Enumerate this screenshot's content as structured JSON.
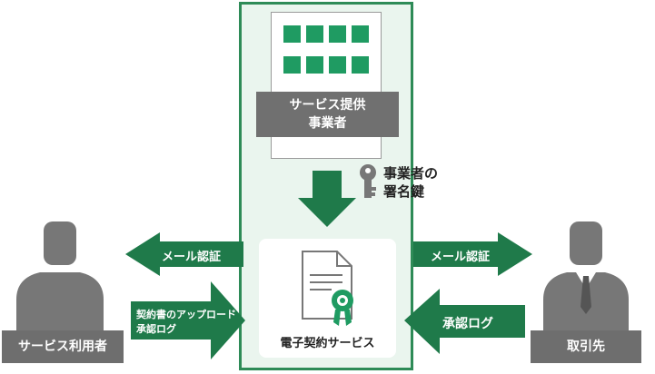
{
  "provider": {
    "label": "サービス提供\n事業者"
  },
  "key": {
    "label": "事業者の\n署名鍵"
  },
  "service": {
    "label": "電子契約サービス"
  },
  "left_user": {
    "label": "サービス利用者"
  },
  "right_user": {
    "label": "取引先"
  },
  "arrows": {
    "left_mail": "メール認証",
    "right_mail": "メール認証",
    "upload": "契約書のアップロード\n承認ログ",
    "approval_log": "承認ログ"
  },
  "colors": {
    "accent": "#1f9b62",
    "panel": "#eaf5ee",
    "gray": "#6e6e6e"
  }
}
